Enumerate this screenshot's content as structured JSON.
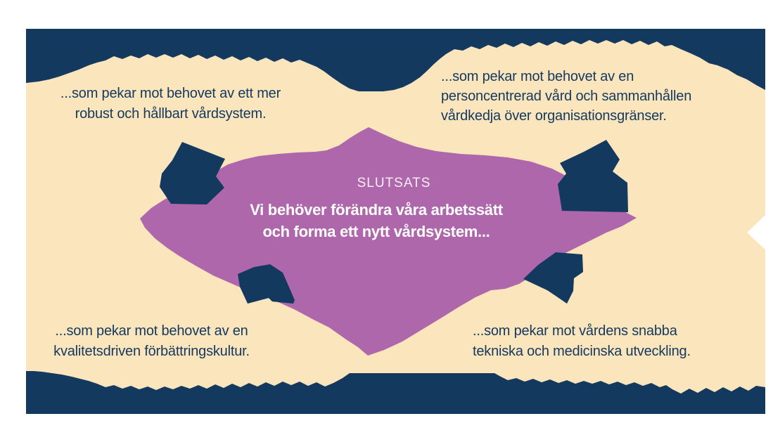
{
  "colors": {
    "navy": "#14395f",
    "cream": "#fbe5bc",
    "purple": "#ae67ab",
    "white": "#ffffff"
  },
  "center": {
    "kicker": "SLUTSATS",
    "heading": {
      "lines": [
        "Vi behöver förändra våra arbetssätt",
        "och forma ett nytt vårdsystem..."
      ]
    }
  },
  "notes": {
    "top_left": {
      "lines": [
        "...som pekar mot behovet av ett mer",
        "robust och hållbart vårdsystem."
      ]
    },
    "top_right": {
      "lines": [
        "...som pekar mot behovet av en",
        "personcentrerad vård och sammanhållen",
        "vårdkedja över organisationsgränser."
      ]
    },
    "bottom_left": {
      "lines": [
        "...som pekar mot behovet av en",
        "kvalitetsdriven förbättringskultur."
      ]
    },
    "bottom_right": {
      "lines": [
        "...som pekar mot vårdens snabba",
        "tekniska och medicinska utveckling."
      ]
    }
  }
}
